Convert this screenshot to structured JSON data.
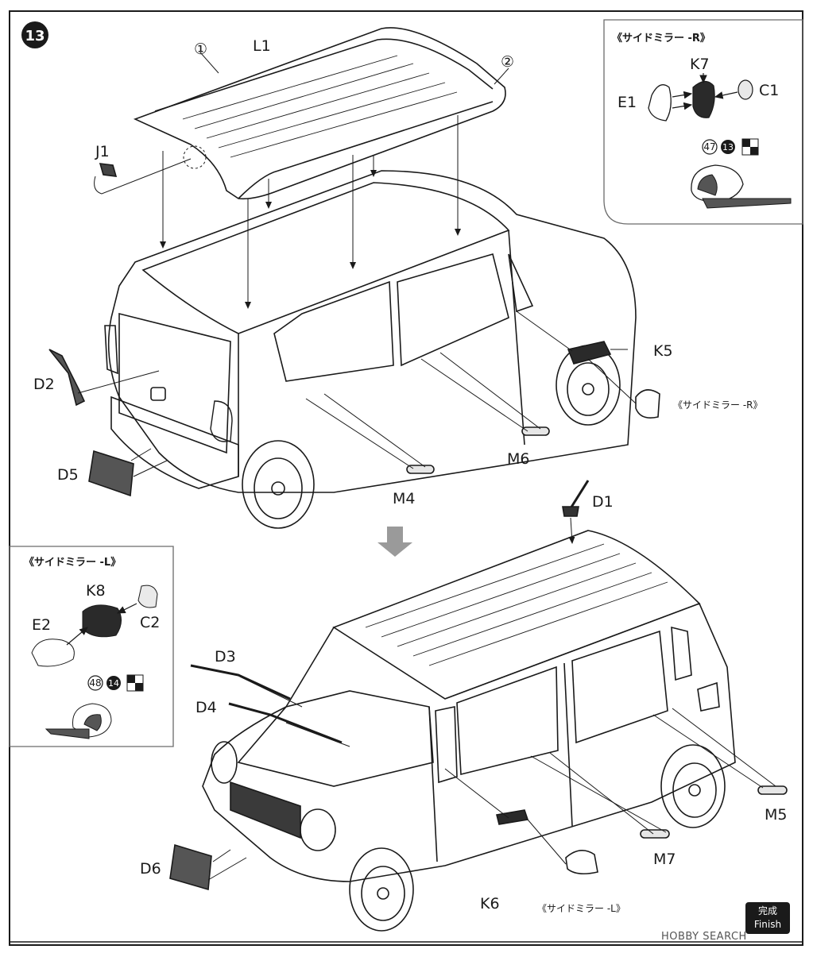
{
  "step": {
    "number": "13"
  },
  "inset_right": {
    "title": "《サイドミラー -R》",
    "parts": [
      "K7",
      "E1",
      "C1"
    ],
    "paint_ref": "47",
    "step_ref": "13"
  },
  "inset_left": {
    "title": "《サイドミラー -L》",
    "parts": [
      "K8",
      "E2",
      "C2"
    ],
    "paint_ref": "48",
    "step_ref": "14"
  },
  "upper_car": {
    "roof_part": "L1",
    "markers": [
      "①",
      "②"
    ],
    "parts": [
      "J1",
      "D2",
      "D5",
      "M4",
      "M6",
      "K5"
    ],
    "mirror_label": "《サイドミラー -R》"
  },
  "lower_car": {
    "parts": [
      "D1",
      "D3",
      "D4",
      "D6",
      "K6",
      "M5",
      "M7"
    ],
    "mirror_label": "《サイドミラー -L》"
  },
  "finish": {
    "jp": "完成",
    "en": "Finish"
  },
  "watermark": "HOBBY SEARCH",
  "colors": {
    "ink": "#1a1a1a",
    "paper": "#ffffff",
    "gray": "#6b6b6b"
  }
}
